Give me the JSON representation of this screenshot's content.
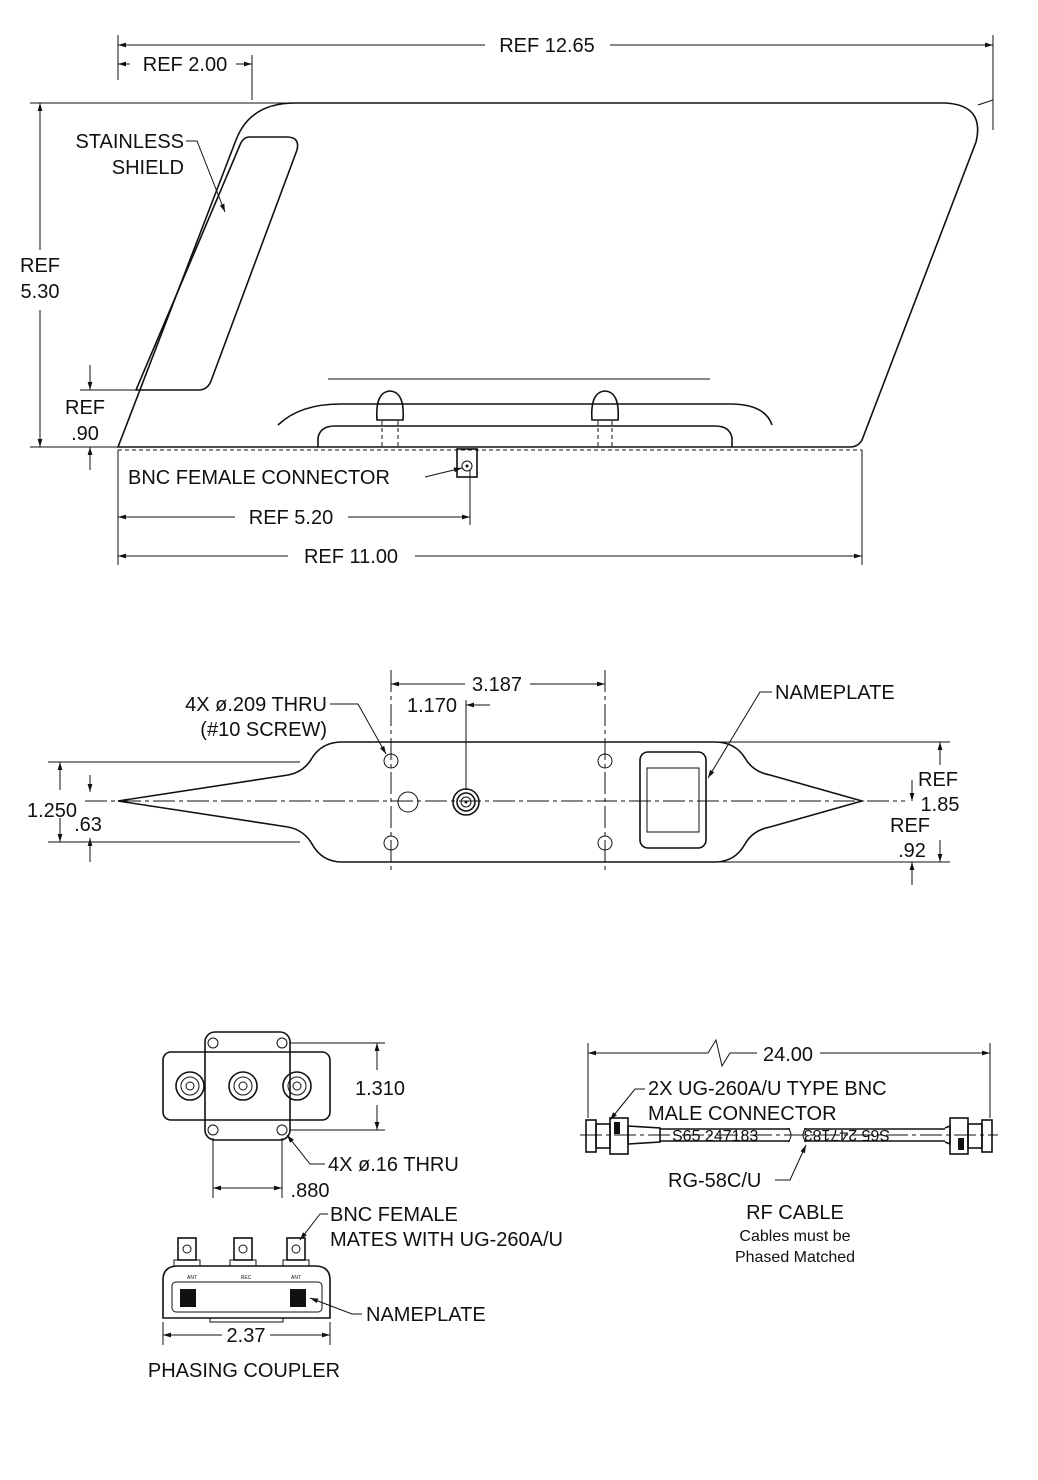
{
  "top_view": {
    "ref_overall": "REF 12.65",
    "ref_2": "REF 2.00",
    "shield_1": "STAINLESS",
    "shield_2": "SHIELD",
    "ref_h_1": "REF",
    "ref_h_2": "5.30",
    "ref_90_1": "REF",
    "ref_90_2": ".90",
    "bnc": "BNC FEMALE CONNECTOR",
    "ref_520": "REF 5.20",
    "ref_1100": "REF 11.00"
  },
  "plan_view": {
    "d3187": "3.187",
    "d1170": "1.170",
    "holes_1": "4X ø.209 THRU",
    "holes_2": "(#10 SCREW)",
    "nameplate": "NAMEPLATE",
    "d1250": "1.250",
    "d63": ".63",
    "ref185_1": "REF",
    "ref185_2": "1.85",
    "ref92_1": "REF",
    "ref92_2": ".92"
  },
  "coupler": {
    "d1310": "1.310",
    "holes": "4X ø.16 THRU",
    "d880": ".880",
    "bnc_1": "BNC FEMALE",
    "bnc_2": "MATES WITH UG-260A/U",
    "port_labels": [
      "ANT",
      "REC",
      "ANT"
    ],
    "nameplate": "NAMEPLATE",
    "d237": "2.37",
    "title": "PHASING COUPLER"
  },
  "cable": {
    "d2400": "24.00",
    "conn_1": "2X UG-260A/U TYPE BNC",
    "conn_2": "MALE CONNECTOR",
    "marking": "S65  247183",
    "type": "RG-58C/U",
    "title": "RF CABLE",
    "note_1": "Cables must be",
    "note_2": "Phased Matched"
  }
}
